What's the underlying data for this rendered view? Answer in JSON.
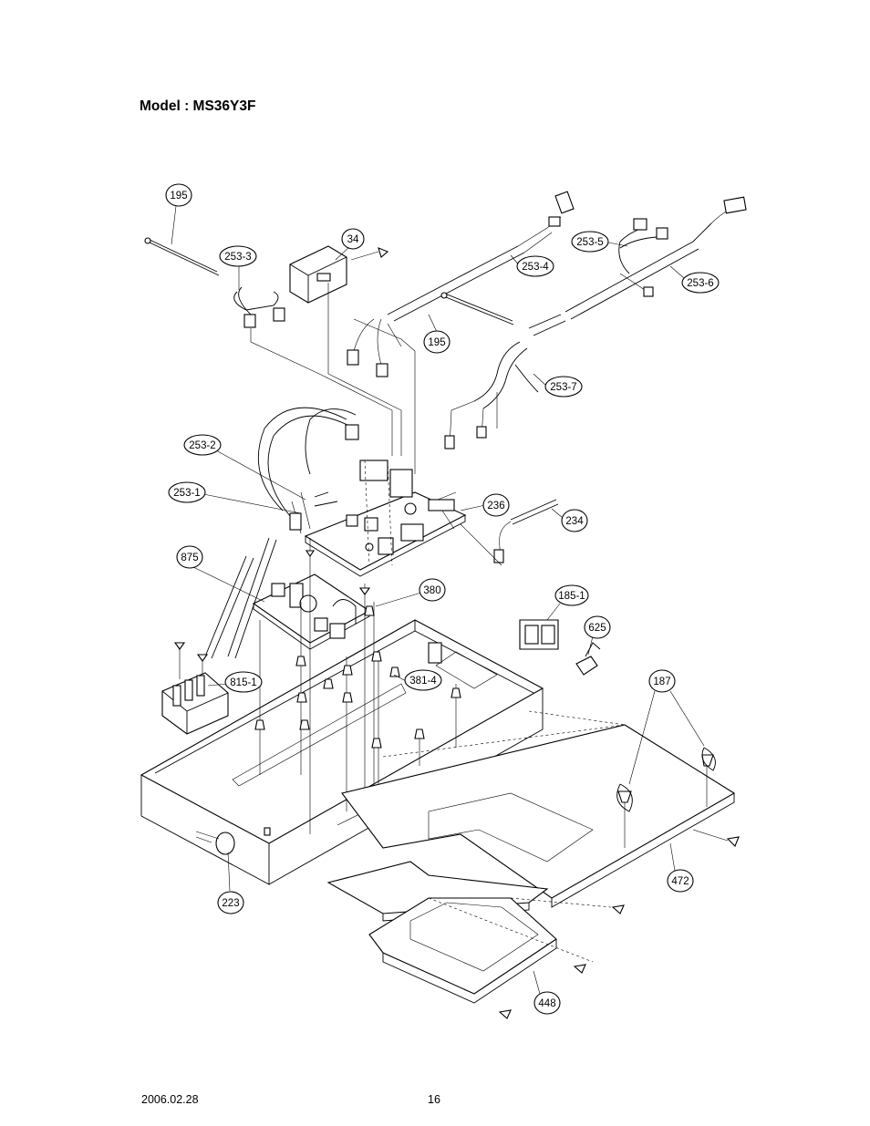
{
  "header": {
    "model_title": "Model : MS36Y3F"
  },
  "footer": {
    "date": "2006.02.28",
    "page_number": "16"
  },
  "callouts": [
    {
      "id": "195-a",
      "label": "195"
    },
    {
      "id": "34",
      "label": "34"
    },
    {
      "id": "253-3",
      "label": "253-3"
    },
    {
      "id": "253-4",
      "label": "253-4"
    },
    {
      "id": "253-5",
      "label": "253-5"
    },
    {
      "id": "253-6",
      "label": "253-6"
    },
    {
      "id": "195-b",
      "label": "195"
    },
    {
      "id": "253-7",
      "label": "253-7"
    },
    {
      "id": "253-2",
      "label": "253-2"
    },
    {
      "id": "253-1",
      "label": "253-1"
    },
    {
      "id": "236",
      "label": "236"
    },
    {
      "id": "234",
      "label": "234"
    },
    {
      "id": "875",
      "label": "875"
    },
    {
      "id": "380",
      "label": "380"
    },
    {
      "id": "185-1",
      "label": "185-1"
    },
    {
      "id": "625",
      "label": "625"
    },
    {
      "id": "187",
      "label": "187"
    },
    {
      "id": "815-1",
      "label": "815-1"
    },
    {
      "id": "381-4",
      "label": "381-4"
    },
    {
      "id": "472",
      "label": "472"
    },
    {
      "id": "223",
      "label": "223"
    },
    {
      "id": "448",
      "label": "448"
    }
  ]
}
